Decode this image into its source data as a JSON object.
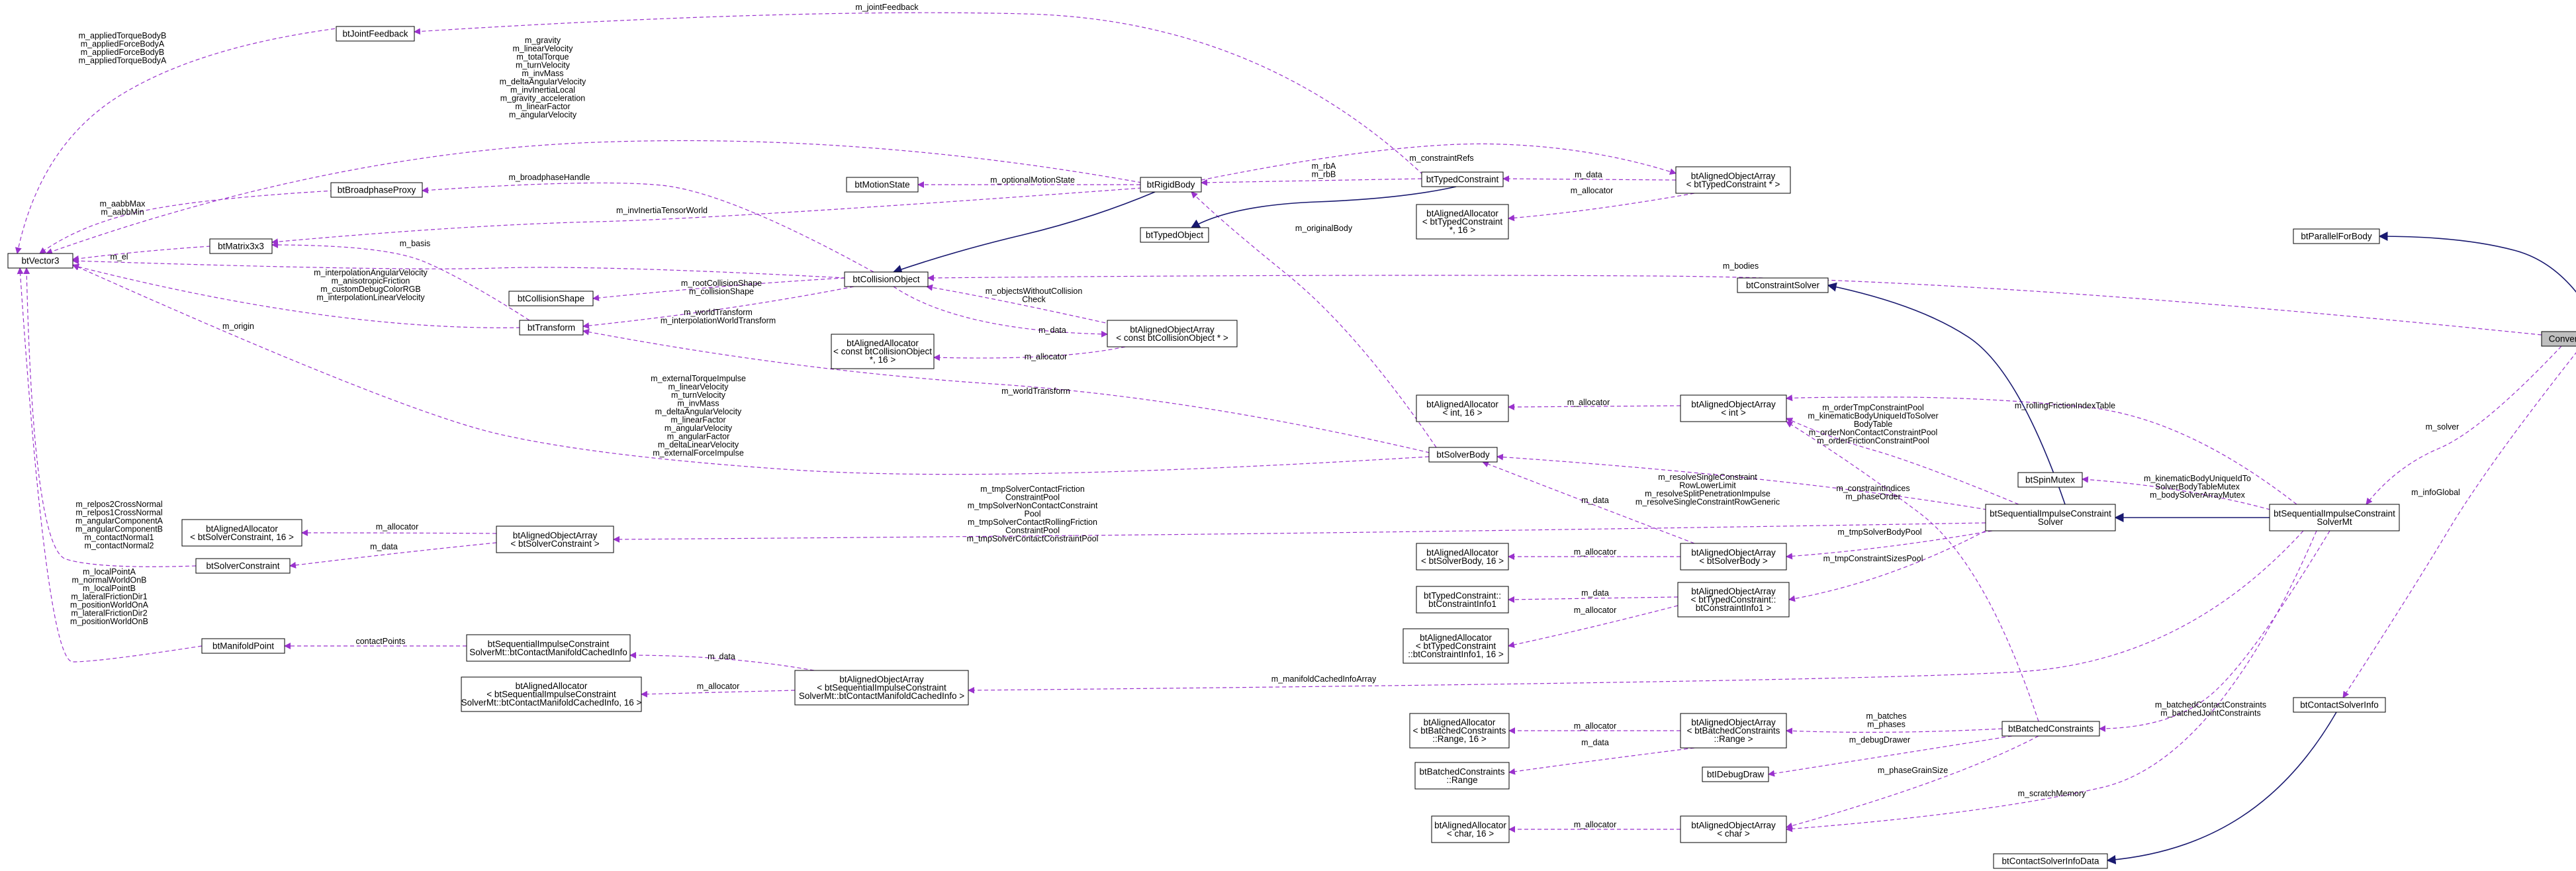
{
  "colors": {
    "usage_edge": "#9a32cd",
    "inherit_edge": "#191970",
    "highlight_node": "#bfbfbf"
  },
  "nodes": {
    "btVector3": [
      "btVector3"
    ],
    "btJointFeedback": [
      "btJointFeedback"
    ],
    "btBroadphaseProxy": [
      "btBroadphaseProxy"
    ],
    "btMatrix3x3": [
      "btMatrix3x3"
    ],
    "btCollisionShape": [
      "btCollisionShape"
    ],
    "btTransform": [
      "btTransform"
    ],
    "btMotionState": [
      "btMotionState"
    ],
    "btRigidBody": [
      "btRigidBody"
    ],
    "btTypedObject": [
      "btTypedObject"
    ],
    "btCollisionObject": [
      "btCollisionObject"
    ],
    "allocConstCollObj": [
      "btAlignedAllocator",
      "< const btCollisionObject",
      " *, 16 >"
    ],
    "arrConstCollObj": [
      "btAlignedObjectArray",
      "< const btCollisionObject * >"
    ],
    "btTypedConstraint": [
      "btTypedConstraint"
    ],
    "arrTypedConstraint": [
      "btAlignedObjectArray",
      "< btTypedConstraint * >"
    ],
    "allocTypedConstraint": [
      "btAlignedAllocator",
      "< btTypedConstraint",
      " *, 16 >"
    ],
    "btParallelForBody": [
      "btParallelForBody"
    ],
    "ConvertBodiesLoop": [
      "ConvertBodiesLoop"
    ],
    "btConstraintSolver": [
      "btConstraintSolver"
    ],
    "allocInt": [
      "btAlignedAllocator",
      "< int, 16 >"
    ],
    "arrInt": [
      "btAlignedObjectArray",
      "< int >"
    ],
    "btSolverBody": [
      "btSolverBody"
    ],
    "btSpinMutex": [
      "btSpinMutex"
    ],
    "btSeqImpulseSolver": [
      "btSequentialImpulseConstraint",
      "Solver"
    ],
    "btSeqImpulseSolverMt": [
      "btSequentialImpulseConstraint",
      "SolverMt"
    ],
    "allocSolverConstraint": [
      "btAlignedAllocator",
      "< btSolverConstraint, 16 >"
    ],
    "arrSolverConstraint": [
      "btAlignedObjectArray",
      "< btSolverConstraint >"
    ],
    "btSolverConstraint": [
      "btSolverConstraint"
    ],
    "allocSolverBody": [
      "btAlignedAllocator",
      "< btSolverBody, 16 >"
    ],
    "arrSolverBody": [
      "btAlignedObjectArray",
      "< btSolverBody >"
    ],
    "btConstraintInfo1": [
      "btTypedConstraint::",
      "btConstraintInfo1"
    ],
    "arrConstraintInfo1": [
      "btAlignedObjectArray",
      "< btTypedConstraint::",
      "btConstraintInfo1 >"
    ],
    "allocConstraintInfo1": [
      "btAlignedAllocator",
      "< btTypedConstraint",
      "::btConstraintInfo1, 16 >"
    ],
    "btManifoldPoint": [
      "btManifoldPoint"
    ],
    "cachedInfo": [
      "btSequentialImpulseConstraint",
      "SolverMt::btContactManifoldCachedInfo"
    ],
    "allocCachedInfo": [
      "btAlignedAllocator",
      "< btSequentialImpulseConstraint",
      "SolverMt::btContactManifoldCachedInfo, 16 >"
    ],
    "arrCachedInfo": [
      "btAlignedObjectArray",
      "< btSequentialImpulseConstraint",
      "SolverMt::btContactManifoldCachedInfo >"
    ],
    "allocRange": [
      "btAlignedAllocator",
      "< btBatchedConstraints",
      "::Range, 16 >"
    ],
    "arrRange": [
      "btAlignedObjectArray",
      "< btBatchedConstraints",
      "::Range >"
    ],
    "btBatchedConstraints": [
      "btBatchedConstraints"
    ],
    "btRange": [
      "btBatchedConstraints",
      "::Range"
    ],
    "btIDebugDraw": [
      "btIDebugDraw"
    ],
    "allocChar": [
      "btAlignedAllocator",
      "< char, 16 >"
    ],
    "arrChar": [
      "btAlignedObjectArray",
      "< char >"
    ],
    "btContactSolverInfo": [
      "btContactSolverInfo"
    ],
    "btContactSolverInfoData": [
      "btContactSolverInfoData"
    ]
  },
  "edge_labels": {
    "jointFeedback": [
      "m_jointFeedback"
    ],
    "jointFeedbackVec": [
      "m_appliedTorqueBodyB",
      "m_appliedForceBodyA",
      "m_appliedForceBodyB",
      "m_appliedTorqueBodyA"
    ],
    "rigidBodyVec": [
      "m_gravity",
      "m_linearVelocity",
      "m_totalTorque",
      "m_turnVelocity",
      "m_invMass",
      "m_deltaAngularVelocity",
      "m_invInertiaLocal",
      "m_gravity_acceleration",
      "m_linearFactor",
      "m_angularVelocity"
    ],
    "broadphaseVec": [
      "m_aabbMax",
      "m_aabbMin"
    ],
    "matrixVec": [
      "m_el"
    ],
    "collObjVec": [
      "m_interpolationAngularVelocity",
      "m_anisotropicFriction",
      "m_customDebugColorRGB",
      "m_interpolationLinearVelocity"
    ],
    "transformVec": [
      "m_origin"
    ],
    "basis": [
      "m_basis"
    ],
    "broadphaseHandle": [
      "m_broadphaseHandle"
    ],
    "invInertia": [
      "m_invInertiaTensorWorld"
    ],
    "optionalMotionState": [
      "m_optionalMotionState"
    ],
    "rbAB": [
      "m_rbA",
      "m_rbB"
    ],
    "constraintRefs": [
      "m_constraintRefs"
    ],
    "arrTCdata": [
      "m_data"
    ],
    "arrTCalloc": [
      "m_allocator"
    ],
    "rootCollisionShape": [
      "m_rootCollisionShape",
      "m_collisionShape"
    ],
    "worldTransformCO": [
      "m_worldTransform",
      "m_interpolationWorldTransform"
    ],
    "objectsWithoutCollisionCheck": [
      "m_objectsWithoutCollision",
      "Check"
    ],
    "arrCOdata": [
      "m_data"
    ],
    "arrCOalloc": [
      "m_allocator"
    ],
    "bodies": [
      "m_bodies"
    ],
    "originalBody": [
      "m_originalBody"
    ],
    "worldTransformSB": [
      "m_worldTransform"
    ],
    "solverBodyVec": [
      "m_externalTorqueImpulse",
      "m_linearVelocity",
      "m_turnVelocity",
      "m_invMass",
      "m_deltaAngularVelocity",
      "m_linearFactor",
      "m_angularVelocity",
      "m_angularFactor",
      "m_deltaLinearVelocity",
      "m_externalForceImpulse"
    ],
    "arrIntAlloc": [
      "m_allocator"
    ],
    "rollingFriction": [
      "m_rollingFrictionIndexTable"
    ],
    "arrIntSolver": [
      "m_orderTmpConstraintPool",
      "m_kinematicBodyUniqueIdToSolver",
      "BodyTable",
      "m_orderNonContactConstraintPool",
      "m_orderFrictionConstraintPool"
    ],
    "constraintIndices": [
      "m_constraintIndices",
      "m_phaseOrder"
    ],
    "resolveFuncs": [
      "m_resolveSingleConstraint",
      "RowLowerLimit",
      "m_resolveSplitPenetrationImpulse",
      "m_resolveSingleConstraintRowGeneric"
    ],
    "solverMutex": [
      "m_kinematicBodyUniqueIdTo",
      "SolverBodyTableMutex",
      "m_bodySolverArrayMutex"
    ],
    "solver": [
      "m_solver"
    ],
    "infoGlobal": [
      "m_infoGlobal"
    ],
    "tmpPools": [
      "m_tmpSolverContactFriction",
      "ConstraintPool",
      "m_tmpSolverNonContactConstraint",
      "Pool",
      "m_tmpSolverContactRollingFriction",
      "ConstraintPool",
      "m_tmpSolverContactConstraintPool"
    ],
    "arrSCalloc": [
      "m_allocator"
    ],
    "arrSCdata": [
      "m_data"
    ],
    "solverConstraintVec": [
      "m_relpos2CrossNormal",
      "m_relpos1CrossNormal",
      "m_angularComponentA",
      "m_angularComponentB",
      "m_contactNormal1",
      "m_contactNormal2"
    ],
    "manifoldVec": [
      "m_localPointA",
      "m_normalWorldOnB",
      "m_localPointB",
      "m_lateralFrictionDir1",
      "m_positionWorldOnA",
      "m_lateralFrictionDir2",
      "m_positionWorldOnB"
    ],
    "arrSBdata": [
      "m_data"
    ],
    "arrSBalloc": [
      "m_allocator"
    ],
    "tmpSolverBodyPool": [
      "m_tmpSolverBodyPool"
    ],
    "arrCI1data": [
      "m_data"
    ],
    "arrCI1alloc": [
      "m_allocator"
    ],
    "tmpConstraintSizesPool": [
      "m_tmpConstraintSizesPool"
    ],
    "contactPoints": [
      "contactPoints"
    ],
    "arrCIdata": [
      "m_data"
    ],
    "arrCIalloc": [
      "m_allocator"
    ],
    "manifoldCachedInfoArray": [
      "m_manifoldCachedInfoArray"
    ],
    "batches": [
      "m_batches",
      "m_phases"
    ],
    "arrRangeAlloc": [
      "m_allocator"
    ],
    "arrRangeData": [
      "m_data"
    ],
    "debugDrawer": [
      "m_debugDrawer"
    ],
    "batchedConstraints": [
      "m_batchedContactConstraints",
      "m_batchedJointConstraints"
    ],
    "phaseGrainSize": [
      "m_phaseGrainSize"
    ],
    "scratchMemory": [
      "m_scratchMemory"
    ],
    "arrCharAlloc": [
      "m_allocator"
    ]
  }
}
